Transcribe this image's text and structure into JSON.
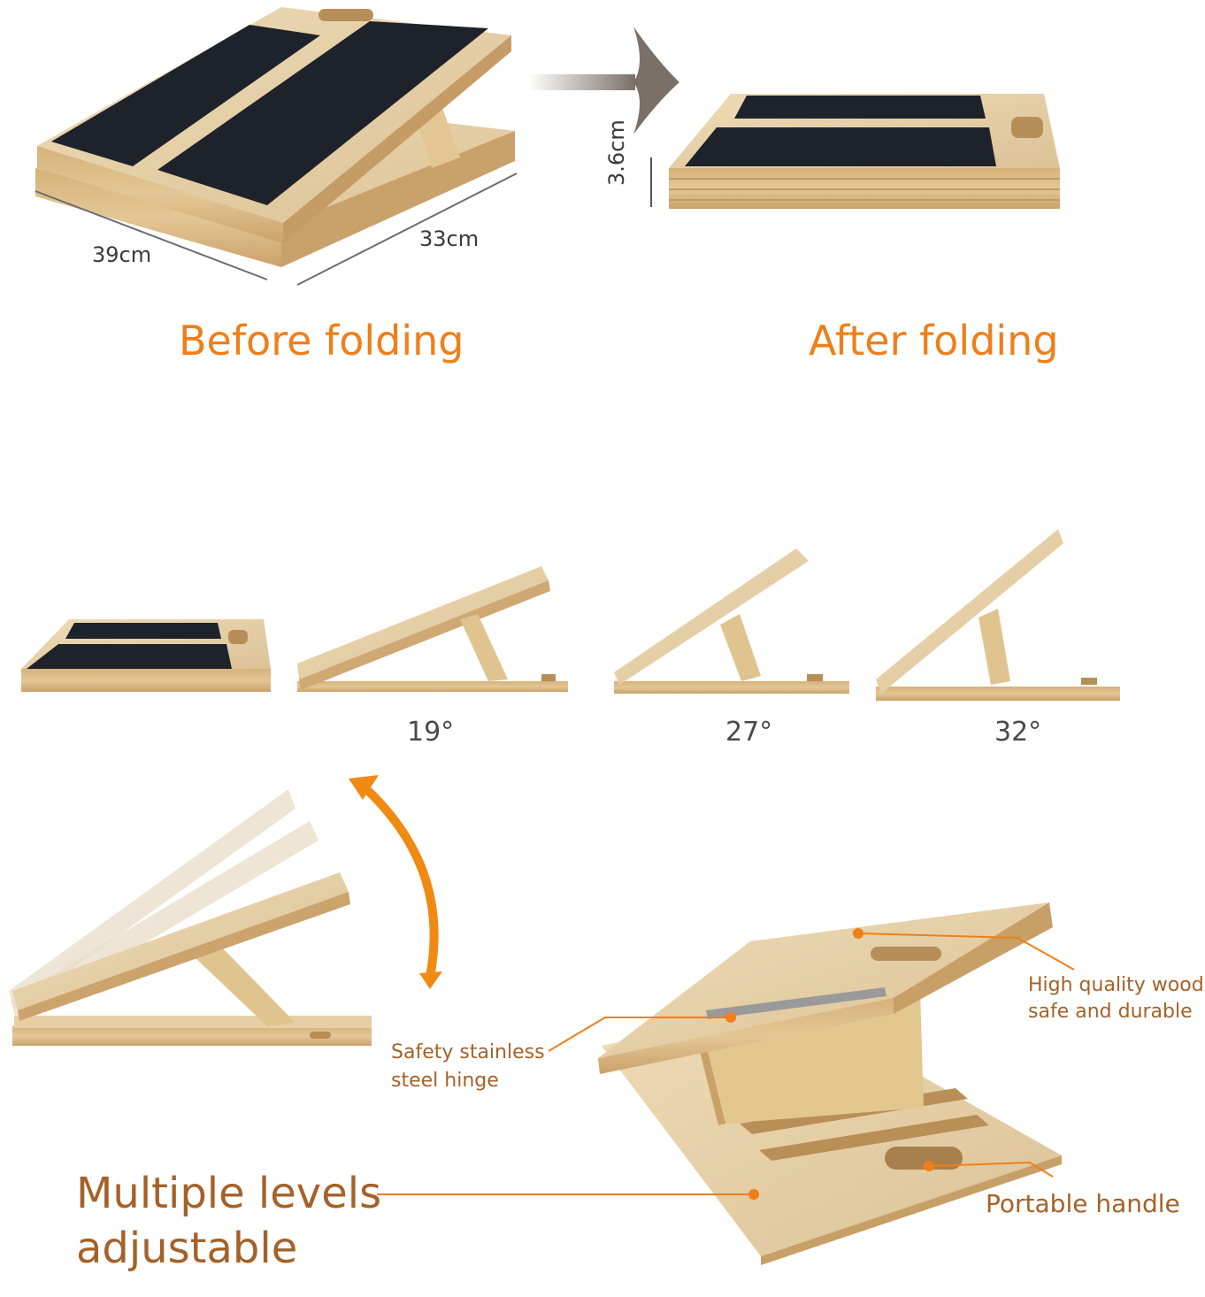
{
  "dimensions": {
    "length": "39cm",
    "width": "33cm",
    "height": "3.6cm"
  },
  "captions": {
    "before": "Before folding",
    "after": "After folding"
  },
  "angles": [
    "19°",
    "27°",
    "32°"
  ],
  "callouts": {
    "wood_line1": "High quality wood",
    "wood_line2": "safe and durable",
    "hinge_line1": "Safety stainless",
    "hinge_line2": "steel hinge",
    "levels_line1": "Multiple levels",
    "levels_line2": "adjustable",
    "handle": "Portable handle"
  },
  "colors": {
    "accent": "#ef7f1a",
    "callout_text": "#a4622a",
    "wood": "#e6cfa4",
    "grip": "#1e222a"
  },
  "icons": [
    "fold-arrow-icon",
    "tilt-arrow-icon"
  ]
}
